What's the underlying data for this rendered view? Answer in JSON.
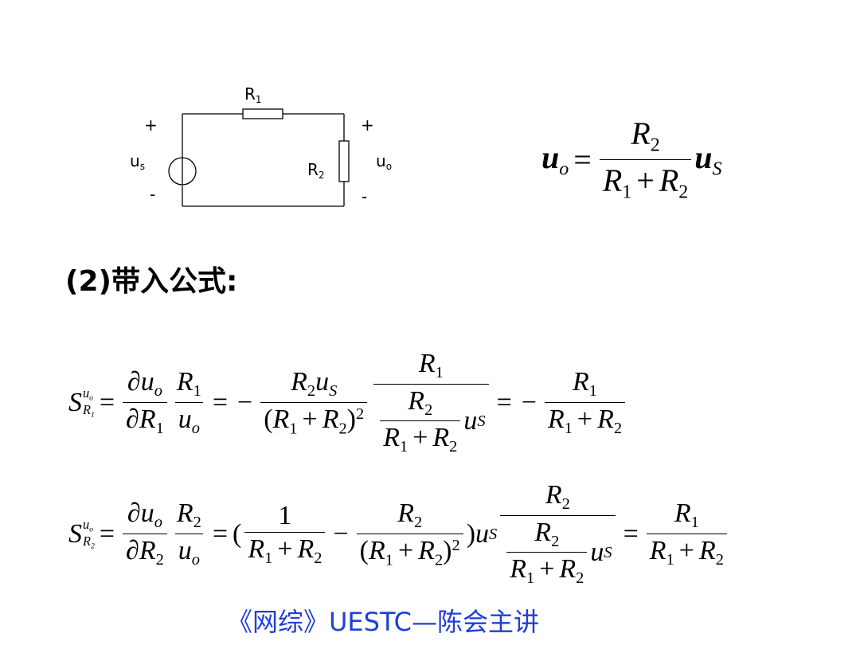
{
  "circuit": {
    "r1": "R",
    "r1_sub": "1",
    "r2": "R",
    "r2_sub": "2",
    "us": "u",
    "us_sub": "s",
    "uo": "u",
    "uo_sub": "o",
    "plus": "+",
    "minus": "-"
  },
  "formula": {
    "lhs": "u",
    "lhs_sub": "o",
    "equals": "=",
    "num": "R",
    "num_sub": "2",
    "den_a": "R",
    "den_a_sub": "1",
    "den_plus": "+",
    "den_b": "R",
    "den_b_sub": "2",
    "rhs": "u",
    "rhs_sub": "S"
  },
  "heading": {
    "step": "(2)",
    "text": "带入公式:"
  },
  "footer": {
    "text": "《网综》UESTC—陈会主讲"
  }
}
